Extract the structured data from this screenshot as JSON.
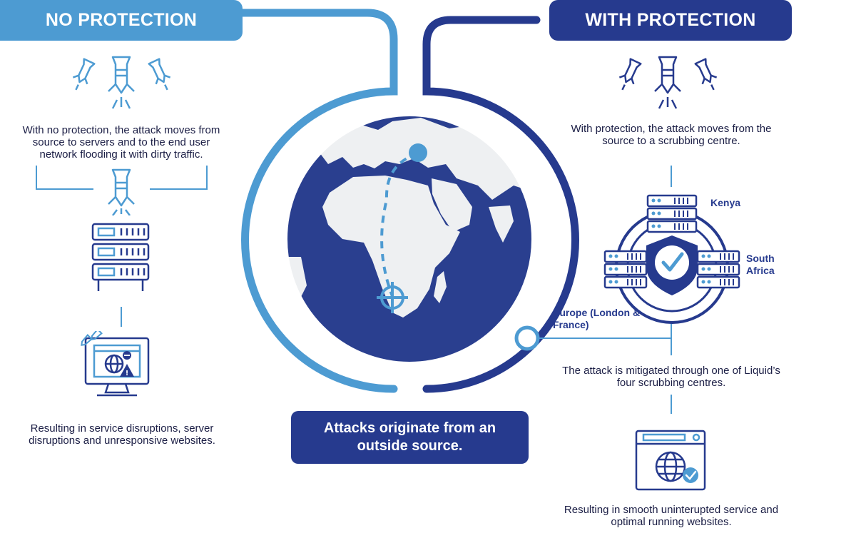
{
  "left": {
    "header": "NO PROTECTION",
    "intro": "With no protection, the attack moves from source to servers and to the end user network flooding it with dirty traffic.",
    "result": "Resulting in service disruptions, server disruptions and unresponsive websites."
  },
  "right": {
    "header": "WITH PROTECTION",
    "intro": "With protection, the attack moves from the source to a scrubbing centre.",
    "mitigation": "The attack is mitigated through one of Liquid’s four scrubbing centres.",
    "result": "Resulting in smooth uninterupted service and optimal running websites.",
    "locations": {
      "kenya": "Kenya",
      "south_africa": "South Africa",
      "europe": "Europe (London & France)"
    }
  },
  "center": {
    "callout": "Attacks originate from an outside source."
  },
  "colors": {
    "light_blue": "#4d9bd2",
    "dark_blue": "#263a8e",
    "ocean": "#2a3f8f",
    "land": "#eef0f2"
  },
  "icons": [
    "missile-icon",
    "server-rack-icon",
    "monitor-globe-icon",
    "shield-check-icon",
    "browser-globe-icon",
    "target-icon"
  ]
}
